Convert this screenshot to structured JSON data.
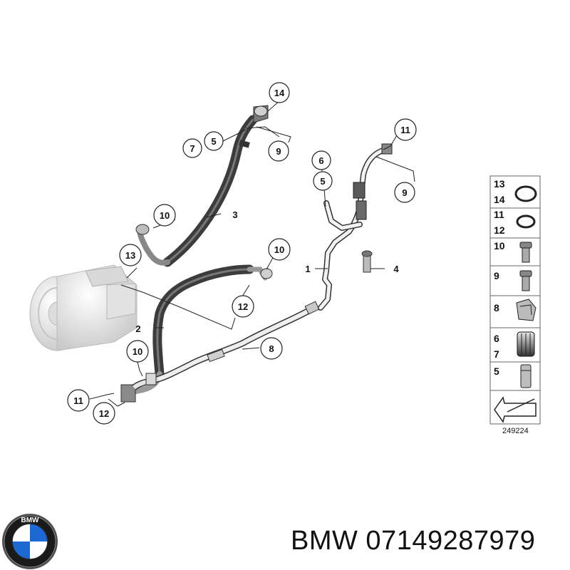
{
  "callouts": {
    "c14_top": "14",
    "c5_top": "5",
    "c7_top": "7",
    "c9_top": "9",
    "c10_mid": "10",
    "c3": "3",
    "c13": "13",
    "c10_right": "10",
    "c12_mid": "12",
    "c2": "2",
    "c10_low": "10",
    "c11_low": "11",
    "c12_low": "12",
    "c8": "8",
    "c6": "6",
    "c5_right": "5",
    "c11_right": "11",
    "c9_right": "9",
    "c1": "1",
    "c4": "4"
  },
  "legend": {
    "rows": [
      {
        "labels": [
          "13",
          "14"
        ]
      },
      {
        "labels": [
          "11",
          "12"
        ]
      },
      {
        "labels": [
          "10"
        ]
      },
      {
        "labels": [
          "9"
        ]
      },
      {
        "labels": [
          "8"
        ]
      },
      {
        "labels": [
          "6",
          "7"
        ]
      },
      {
        "labels": [
          "5"
        ]
      }
    ],
    "reference": "249224"
  },
  "brand": {
    "text": "BMW 07149287979",
    "logo_letters": "BMW"
  },
  "colors": {
    "hose": "#555555",
    "pipe": "#9a9a9a",
    "line": "#222222",
    "logo_blue": "#1c69d4"
  }
}
